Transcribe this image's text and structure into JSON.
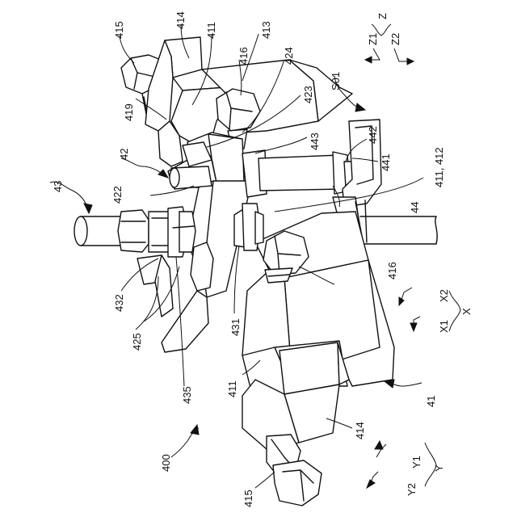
{
  "figure": {
    "labels": {
      "l415a": "415",
      "l414a": "414",
      "l411a": "411",
      "l413": "413",
      "l416a": "416",
      "l424": "424",
      "lZ": "Z",
      "lZ1": "Z1",
      "lZ2": "Z2",
      "l419": "419",
      "l423": "423",
      "lS01": "S01",
      "l443": "443",
      "l442": "442",
      "l42": "42",
      "l441": "441",
      "l411_412": "411, 412",
      "l43": "43",
      "l422": "422",
      "l44": "44",
      "l416b": "416",
      "lX2": "X2",
      "lX": "X",
      "lX1": "X1",
      "l432": "432",
      "l425": "425",
      "l431": "431",
      "l435": "435",
      "l411b": "411",
      "l41": "41",
      "l414b": "414",
      "l400": "400",
      "lY1": "Y1",
      "lY": "Y",
      "lY2": "Y2",
      "l415b": "415"
    }
  }
}
